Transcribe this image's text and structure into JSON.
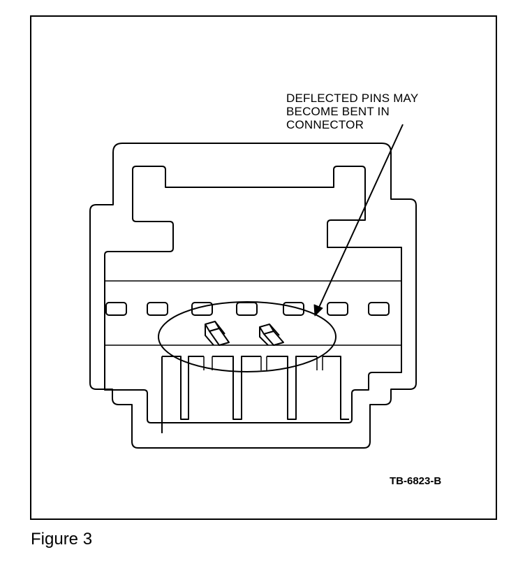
{
  "callout": {
    "lines": [
      "DEFLECTED PINS MAY",
      "BECOME BENT IN",
      "CONNECTOR"
    ]
  },
  "reference_code": "TB-6823-B",
  "caption": "Figure 3",
  "colors": {
    "ink": "#000000",
    "paper": "#ffffff"
  }
}
